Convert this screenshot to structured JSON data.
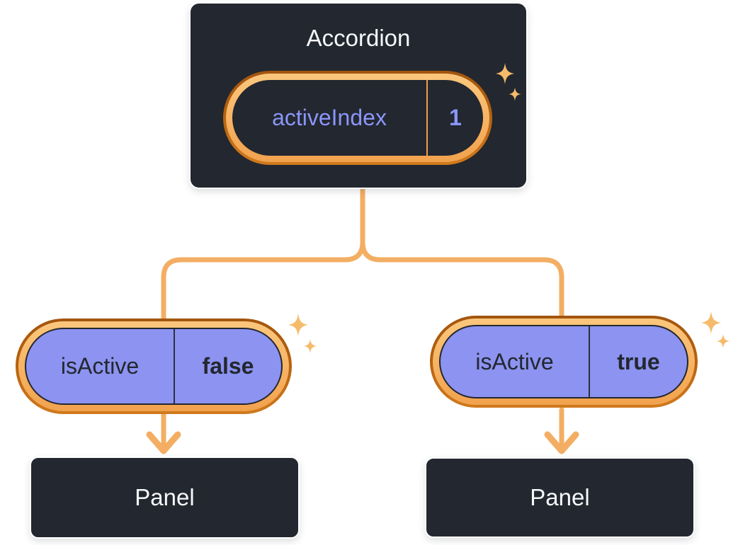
{
  "diagram": {
    "description": "React component tree: Accordion state passed down as props to two Panels",
    "background": "#ffffff"
  },
  "colors": {
    "node_background": "#23272f",
    "node_border": "#ffffff",
    "node_text": "#f6f7f9",
    "state_text": "#8a96f8",
    "prop_pill_fill": "#8c93f0",
    "prop_text": "#23272f",
    "ring_outer_orange": "#b4600f",
    "ring_inner_orange": "#f6b160",
    "connector_orange": "#f3ae63",
    "sparkle_orange": "#f5bb6b"
  },
  "accordion": {
    "title": "Accordion",
    "state": {
      "name": "activeIndex",
      "value": "1"
    }
  },
  "children": [
    {
      "prop": {
        "name": "isActive",
        "value": "false"
      },
      "panel": {
        "title": "Panel"
      }
    },
    {
      "prop": {
        "name": "isActive",
        "value": "true"
      },
      "panel": {
        "title": "Panel"
      }
    }
  ]
}
